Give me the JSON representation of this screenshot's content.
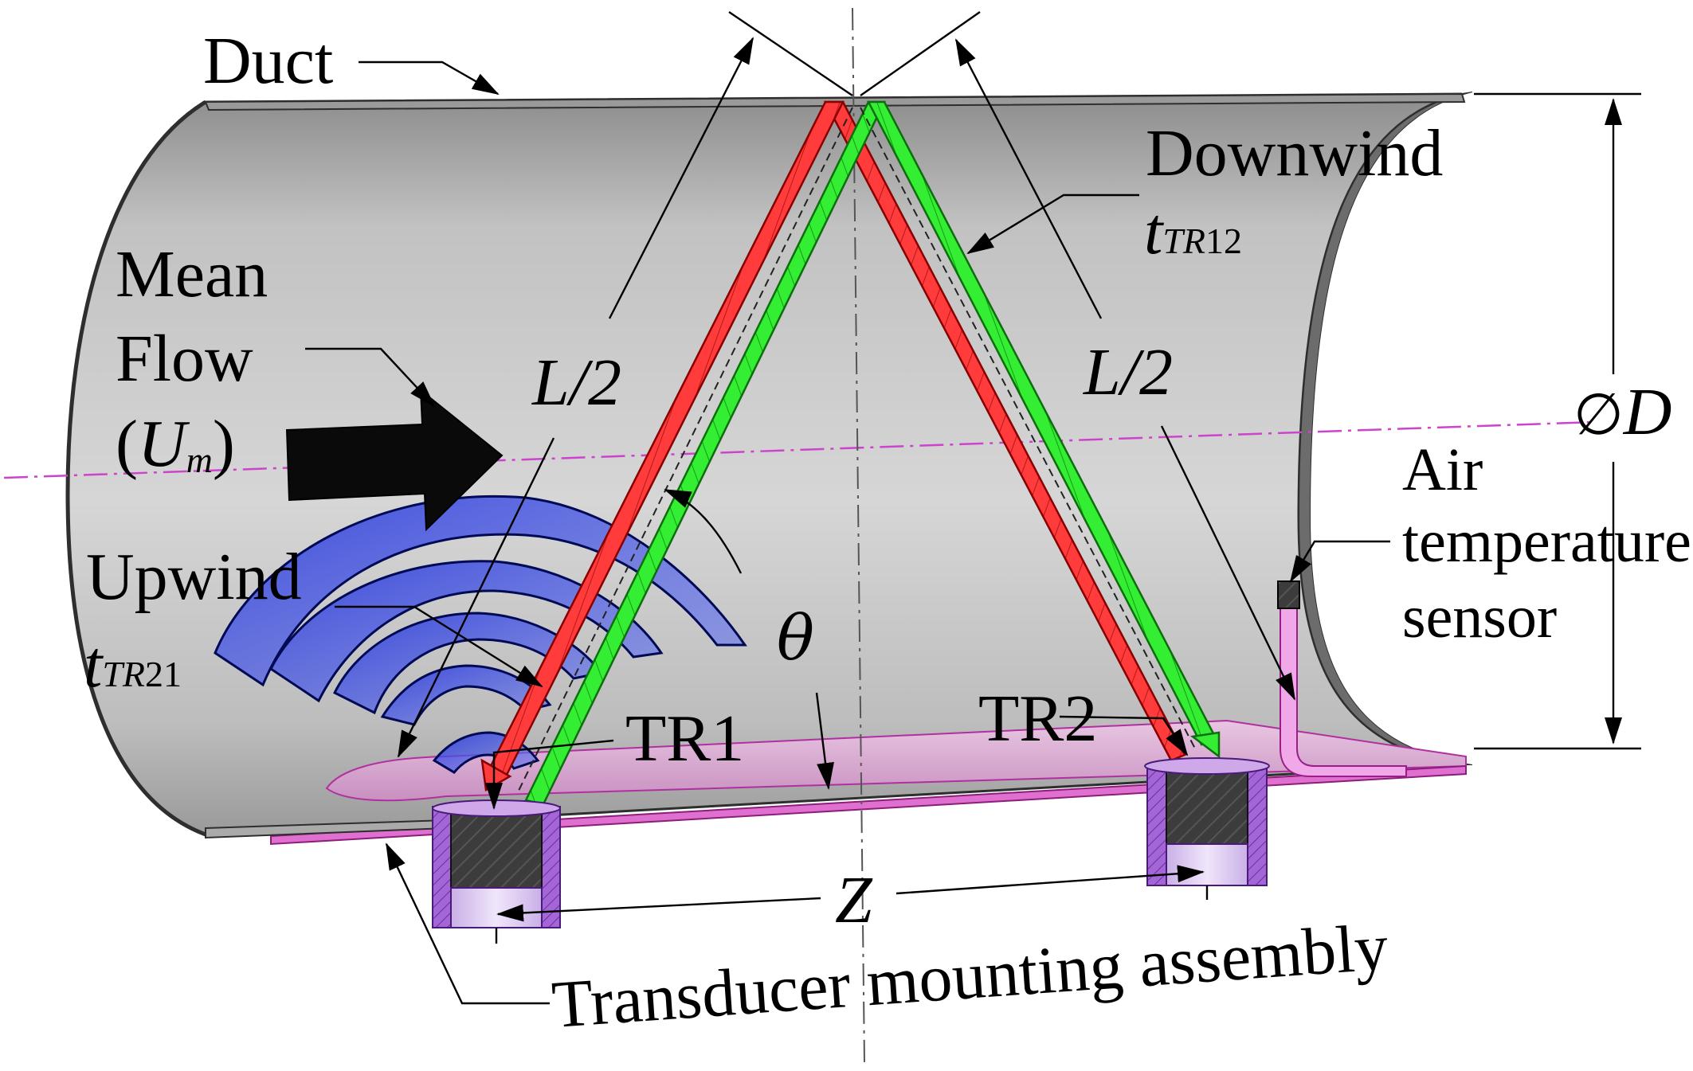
{
  "labels": {
    "duct": "Duct",
    "mean_flow_line1": "Mean",
    "mean_flow_line2": "Flow",
    "mean_flow_symbol_open": "(",
    "mean_flow_symbol_U": "U",
    "mean_flow_symbol_sub": "m",
    "mean_flow_symbol_close": ")",
    "upwind": "Upwind",
    "upwind_t": "t",
    "upwind_sub_italic": "TR",
    "upwind_sub_num": "21",
    "downwind": "Downwind",
    "downwind_t": "t",
    "downwind_sub_italic": "TR",
    "downwind_sub_num": "12",
    "half_path_left": "L/2",
    "half_path_right": "L/2",
    "theta": "θ",
    "tr1": "TR1",
    "tr2": "TR2",
    "diameter_symbol": "∅",
    "diameter_letter": "D",
    "air_line1": "Air",
    "air_line2": "temperature",
    "air_line3": "sensor",
    "spacing": "Z",
    "mounting": "Transducer mounting assembly"
  },
  "colors": {
    "duct_body": "#c9c9c9",
    "duct_edge": "#3a3a3a",
    "floor": "#d8a8d0",
    "magenta_edge": "#d040c0",
    "upwind_path": "#ff3b3b",
    "downwind_path": "#33ee33",
    "wave_fill": "#3a4be0",
    "mount_purple": "#9a55cc",
    "transducer_dark": "#3c3c3c",
    "axis_line": "#cc44cc"
  }
}
